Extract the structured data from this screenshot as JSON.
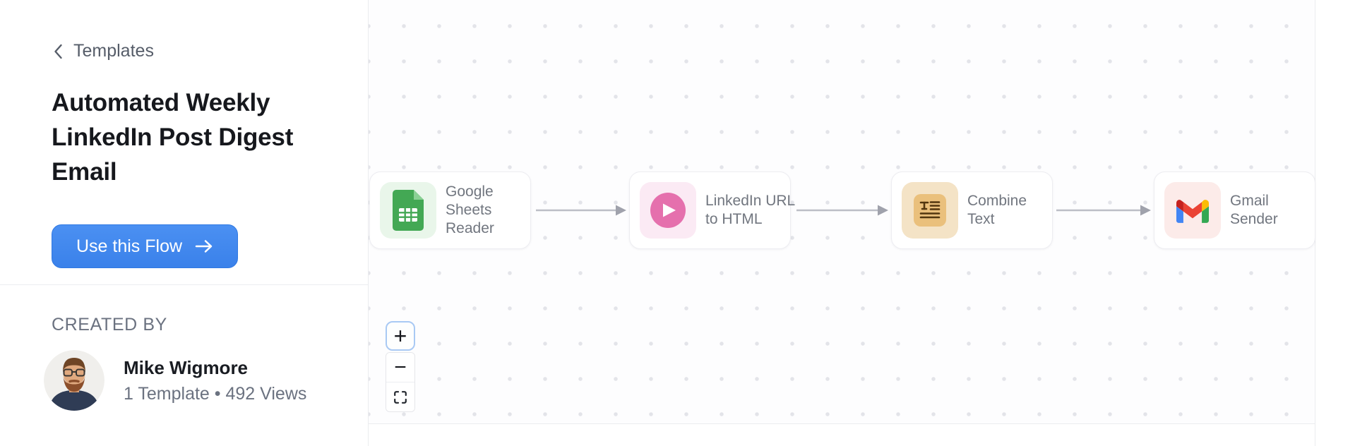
{
  "sidebar": {
    "back_label": "Templates",
    "title": "Automated Weekly LinkedIn Post Digest Email",
    "cta_label": "Use this Flow",
    "created_by_label": "CREATED BY",
    "creator": {
      "name": "Mike Wigmore",
      "stats": "1 Template • 492 Views"
    }
  },
  "canvas": {
    "nodes": [
      {
        "id": "google-sheets-reader",
        "icon": "google-sheets-icon",
        "label": "Google Sheets Reader",
        "lines": [
          "Google",
          "Sheets",
          "Reader"
        ]
      },
      {
        "id": "linkedin-url-to-html",
        "icon": "play-icon",
        "label": "LinkedIn URL to HTML",
        "lines": [
          "LinkedIn URL",
          "to HTML"
        ]
      },
      {
        "id": "combine-text",
        "icon": "combine-text-icon",
        "label": "Combine Text",
        "lines": [
          "Combine",
          "Text"
        ]
      },
      {
        "id": "gmail-sender",
        "icon": "gmail-icon",
        "label": "Gmail Sender",
        "lines": [
          "Gmail",
          "Sender"
        ]
      }
    ],
    "zoom_controls": {
      "zoom_in": "+",
      "zoom_out": "−",
      "fit_view": "fit-view"
    }
  },
  "icons": {
    "back_chevron": "‹",
    "cta_arrow": "→"
  },
  "colors": {
    "accent_blue": "#3e86ee",
    "text_dark": "#16181d",
    "text_gray": "#6b7280",
    "node_label_gray": "#71767f",
    "canvas_dot": "#e3e4e9",
    "panel_border": "#ebecef",
    "connector_gray": "#bcbec6",
    "zoom_focus_ring": "#a9c9f4",
    "sheets_bg": "#e9f6ea",
    "sheets_green": "#43a854",
    "sheets_fold": "#8ad094",
    "play_bg": "#fbeaf4",
    "play_pink": "#e570ad",
    "combine_bg": "#f4e3c6",
    "combine_inner": "#eac07c",
    "combine_glyph": "#52360f",
    "gmail_bg": "#fcebe9",
    "gmail_red": "#ea4335",
    "gmail_blue": "#4285f4",
    "gmail_green": "#34a853",
    "gmail_yellow": "#fbbc04",
    "gmail_dark_red": "#c5221f"
  }
}
